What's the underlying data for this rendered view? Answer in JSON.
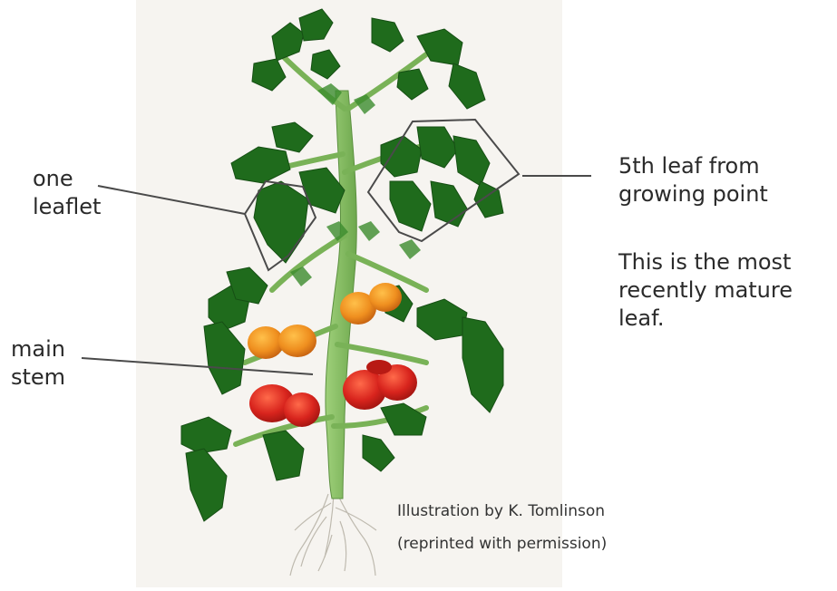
{
  "labels": {
    "one_leaflet": [
      "one",
      "leaflet"
    ],
    "main_stem": [
      "main",
      "stem"
    ],
    "fifth_leaf": [
      "5th leaf from",
      "growing point"
    ],
    "note": [
      "This is the most",
      "recently mature",
      "leaf."
    ]
  },
  "credit": {
    "line1": "Illustration by K. Tomlinson",
    "line2": "(reprinted with permission)"
  },
  "colors": {
    "leaf": "#1f6b1c",
    "leaf_light": "#3c8c2e",
    "stem": "#8cc26a",
    "tomato_red": "#d8241d",
    "tomato_orange": "#ef8f1f",
    "outline": "#4a4a4a"
  }
}
